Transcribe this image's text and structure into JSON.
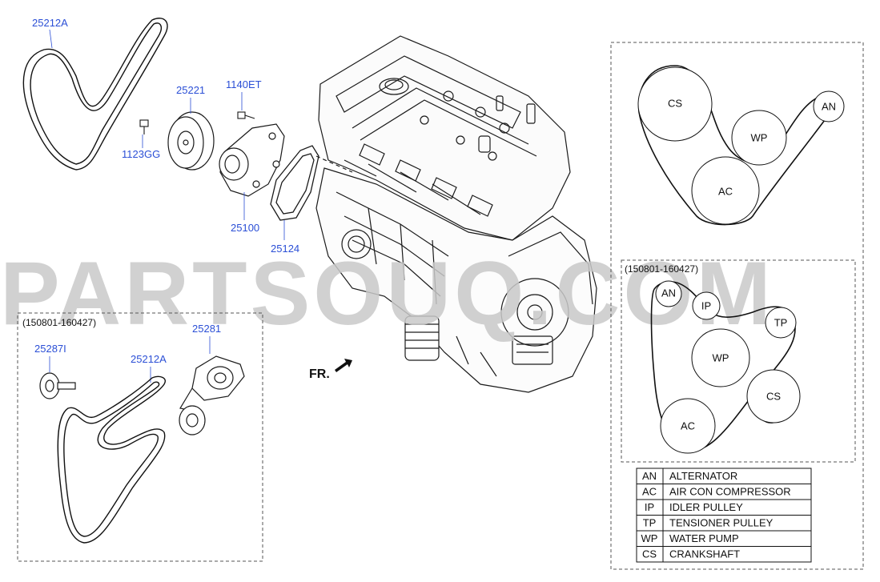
{
  "watermark": "PARTSOUQ.COM",
  "front_indicator": "FR.",
  "callouts": {
    "belt_top": "25212A",
    "pulley": "25221",
    "bolt_1140": "1140ET",
    "bolt_1123": "1123GG",
    "water_pump": "25100",
    "gasket": "25124",
    "idler": "25287I",
    "belt_lower": "25212A",
    "tensioner": "25281"
  },
  "lower_left_box": {
    "date_range": "(150801-160427)"
  },
  "right_mid_box": {
    "date_range": "(150801-160427)"
  },
  "top_diagram_pulleys": [
    "CS",
    "WP",
    "AN",
    "AC"
  ],
  "mid_diagram_pulleys": [
    "AN",
    "IP",
    "TP",
    "WP",
    "CS",
    "AC"
  ],
  "legend": [
    {
      "abbr": "AN",
      "name": "ALTERNATOR"
    },
    {
      "abbr": "AC",
      "name": "AIR CON COMPRESSOR"
    },
    {
      "abbr": "IP",
      "name": "IDLER PULLEY"
    },
    {
      "abbr": "TP",
      "name": "TENSIONER PULLEY"
    },
    {
      "abbr": "WP",
      "name": "WATER PUMP"
    },
    {
      "abbr": "CS",
      "name": "CRANKSHAFT"
    }
  ]
}
